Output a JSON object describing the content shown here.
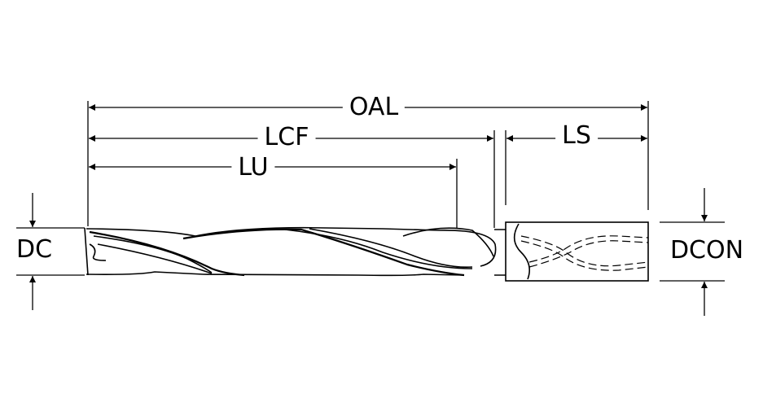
{
  "diagram": {
    "title": "Cutting tool dimension diagram",
    "labels": {
      "oal": "OAL",
      "lcf": "LCF",
      "ls": "LS",
      "lu": "LU",
      "dc": "DC",
      "dcon": "DCON"
    },
    "line_color": "#000000",
    "background": "#ffffff"
  }
}
